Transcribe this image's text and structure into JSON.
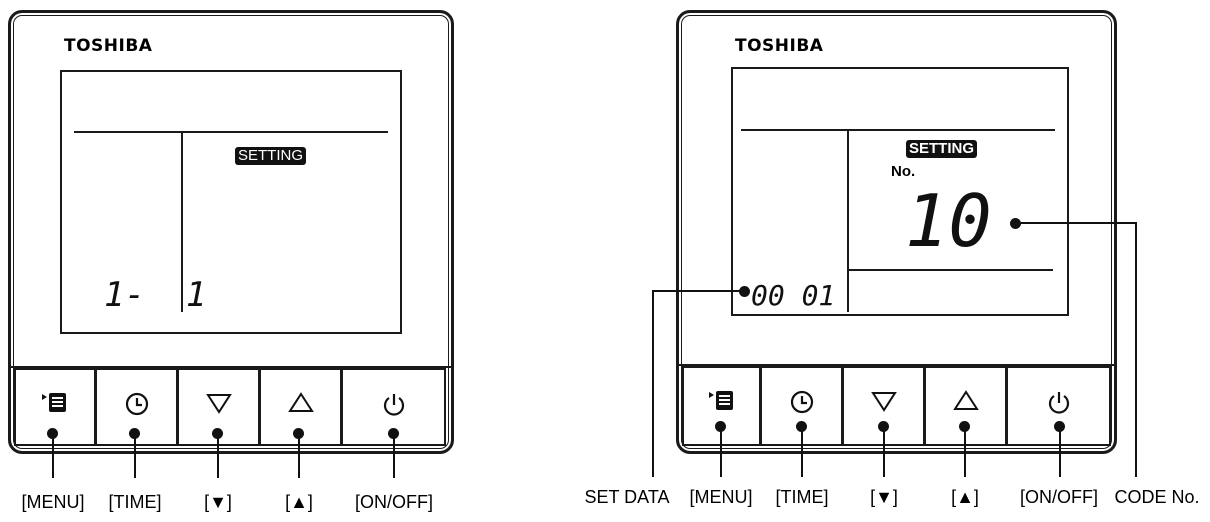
{
  "left_panel": {
    "brand": "TOSHIBA",
    "setting_badge": "SETTING",
    "segment_text": "1-  1",
    "button_labels": [
      "[MENU]",
      "[TIME]",
      "[▼]",
      "[▲]",
      "[ON/OFF]"
    ]
  },
  "right_panel": {
    "brand": "TOSHIBA",
    "setting_badge": "SETTING",
    "no_label": "No.",
    "code_digits": "10",
    "data_digits": "00 01",
    "button_labels": [
      "[MENU]",
      "[TIME]",
      "[▼]",
      "[▲]",
      "[ON/OFF]"
    ],
    "set_data_label": "SET DATA",
    "code_no_label": "CODE No."
  },
  "icons": [
    "menu-icon",
    "clock-icon",
    "down-triangle-icon",
    "up-triangle-icon",
    "power-icon"
  ]
}
